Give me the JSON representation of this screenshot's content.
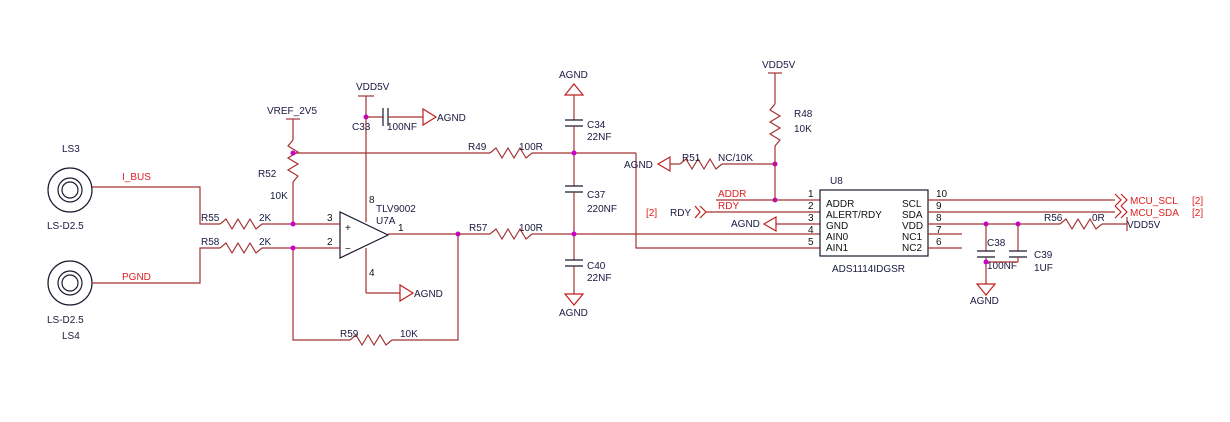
{
  "connectors": {
    "ls3": {
      "ref": "LS3",
      "value": "LS-D2.5"
    },
    "ls4": {
      "ref": "LS4",
      "value": "LS-D2.5"
    }
  },
  "nets": {
    "i_bus": "I_BUS",
    "pgnd": "PGND",
    "vref": "VREF_2V5",
    "vdd5v": "VDD5V",
    "agnd": "AGND",
    "addr": "ADDR",
    "rdy": "RDY",
    "mcu_scl": "MCU_SCL",
    "mcu_sda": "MCU_SDA",
    "sheet_ref": "[2]"
  },
  "resistors": {
    "r55": {
      "ref": "R55",
      "value": "2K"
    },
    "r58": {
      "ref": "R58",
      "value": "2K"
    },
    "r52": {
      "ref": "R52",
      "value": "10K"
    },
    "r59": {
      "ref": "R59",
      "value": "10K"
    },
    "r49": {
      "ref": "R49",
      "value": "100R"
    },
    "r57": {
      "ref": "R57",
      "value": "100R"
    },
    "r51": {
      "ref": "R51",
      "value": "NC/10K"
    },
    "r48": {
      "ref": "R48",
      "value": "10K"
    },
    "r56": {
      "ref": "R56",
      "value": "0R"
    }
  },
  "capacitors": {
    "c33": {
      "ref": "C33",
      "value": "100NF"
    },
    "c34": {
      "ref": "C34",
      "value": "22NF"
    },
    "c37": {
      "ref": "C37",
      "value": "220NF"
    },
    "c40": {
      "ref": "C40",
      "value": "22NF"
    },
    "c38": {
      "ref": "C38",
      "value": "100NF"
    },
    "c39": {
      "ref": "C39",
      "value": "1UF"
    }
  },
  "opamp": {
    "part": "TLV9002",
    "ref": "U7A",
    "pins": {
      "in_plus": "3",
      "in_minus": "2",
      "out": "1",
      "vcc": "8",
      "gnd": "4"
    },
    "plus_sign": "+",
    "minus_sign": "−"
  },
  "adc": {
    "ref": "U8",
    "part": "ADS1114IDGSR",
    "left_pins": [
      {
        "num": "1",
        "name": "ADDR"
      },
      {
        "num": "2",
        "name": "ALERT/RDY"
      },
      {
        "num": "3",
        "name": "GND"
      },
      {
        "num": "4",
        "name": "AIN0"
      },
      {
        "num": "5",
        "name": "AIN1"
      }
    ],
    "right_pins": [
      {
        "num": "10",
        "name": "SCL"
      },
      {
        "num": "9",
        "name": "SDA"
      },
      {
        "num": "8",
        "name": "VDD"
      },
      {
        "num": "7",
        "name": "NC1"
      },
      {
        "num": "6",
        "name": "NC2"
      }
    ]
  }
}
